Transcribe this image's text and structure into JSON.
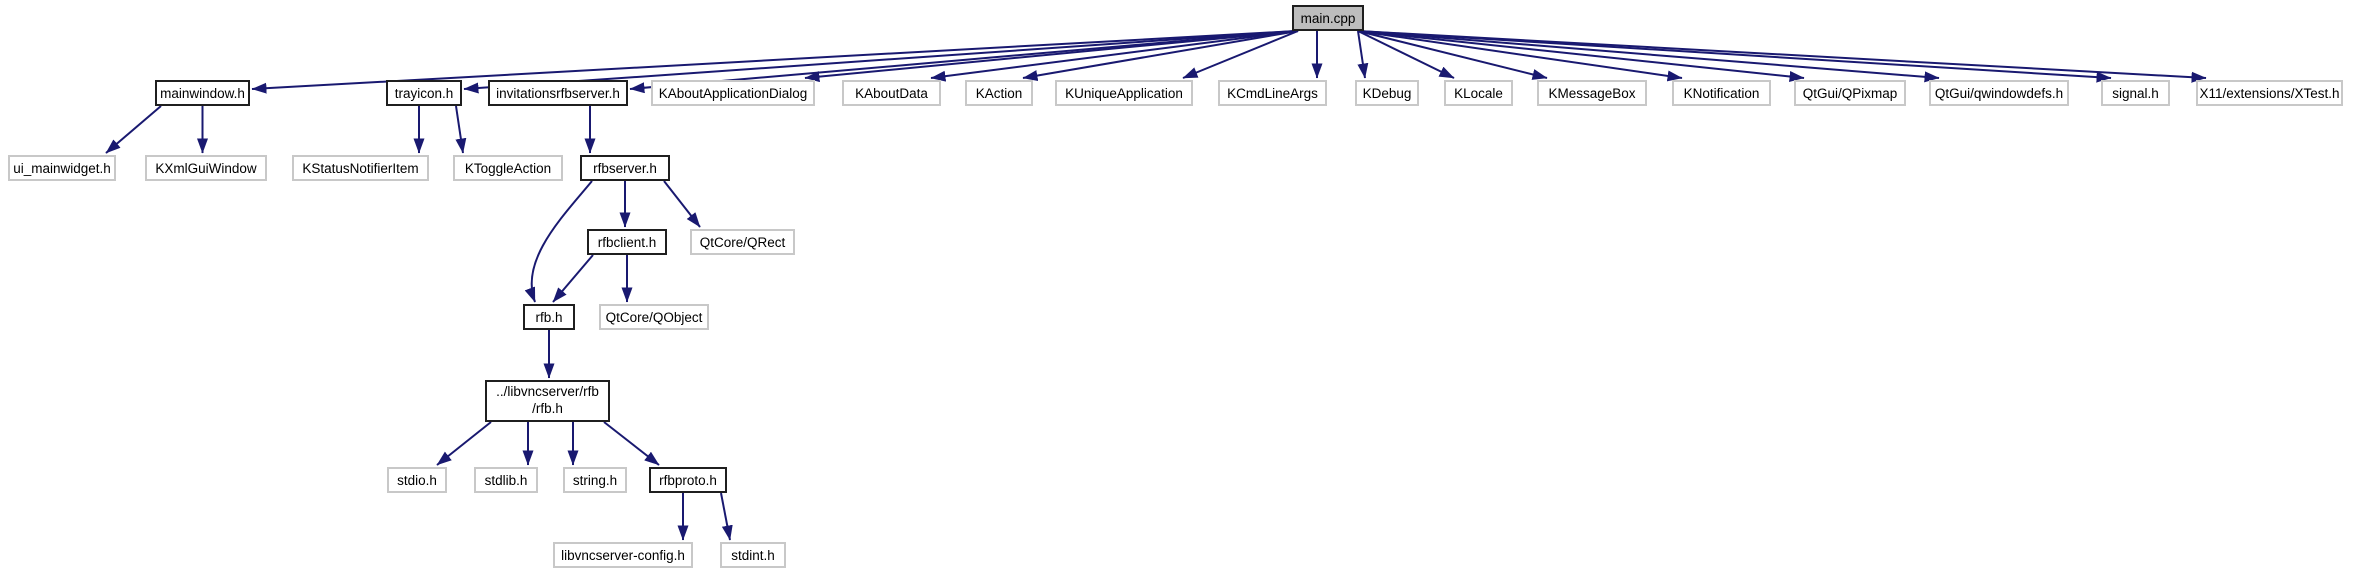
{
  "colors": {
    "edge": "#191970",
    "root_fill": "#bdbdbd",
    "linked_border": "#1f1f1f",
    "external_border": "#c8c8c8",
    "background": "#ffffff",
    "text": "#000000"
  },
  "graph": {
    "kind": "include-dependency-graph",
    "nodes": [
      {
        "id": "main_cpp",
        "label": "main.cpp",
        "kind": "root"
      },
      {
        "id": "mainwindow_h",
        "label": "mainwindow.h",
        "kind": "linked"
      },
      {
        "id": "trayicon_h",
        "label": "trayicon.h",
        "kind": "linked"
      },
      {
        "id": "invitationsrfbserver_h",
        "label": "invitationsrfbserver.h",
        "kind": "linked"
      },
      {
        "id": "kaboutapplicationdialog",
        "label": "KAboutApplicationDialog",
        "kind": "external"
      },
      {
        "id": "kaboutdata",
        "label": "KAboutData",
        "kind": "external"
      },
      {
        "id": "kaction",
        "label": "KAction",
        "kind": "external"
      },
      {
        "id": "kuniqueapplication",
        "label": "KUniqueApplication",
        "kind": "external"
      },
      {
        "id": "kcmdlineargs",
        "label": "KCmdLineArgs",
        "kind": "external"
      },
      {
        "id": "kdebug",
        "label": "KDebug",
        "kind": "external"
      },
      {
        "id": "klocale",
        "label": "KLocale",
        "kind": "external"
      },
      {
        "id": "kmessagebox",
        "label": "KMessageBox",
        "kind": "external"
      },
      {
        "id": "knotification",
        "label": "KNotification",
        "kind": "external"
      },
      {
        "id": "qtgui_qpixmap",
        "label": "QtGui/QPixmap",
        "kind": "external"
      },
      {
        "id": "qtgui_qwindowdefs_h",
        "label": "QtGui/qwindowdefs.h",
        "kind": "external"
      },
      {
        "id": "signal_h",
        "label": "signal.h",
        "kind": "external"
      },
      {
        "id": "x11_extensions_xtest_h",
        "label": "X11/extensions/XTest.h",
        "kind": "external"
      },
      {
        "id": "ui_mainwidget_h",
        "label": "ui_mainwidget.h",
        "kind": "external"
      },
      {
        "id": "kxmlguiwindow",
        "label": "KXmlGuiWindow",
        "kind": "external"
      },
      {
        "id": "kstatusnotifieritem",
        "label": "KStatusNotifierItem",
        "kind": "external"
      },
      {
        "id": "ktoggleaction",
        "label": "KToggleAction",
        "kind": "external"
      },
      {
        "id": "rfbserver_h",
        "label": "rfbserver.h",
        "kind": "linked"
      },
      {
        "id": "rfbclient_h",
        "label": "rfbclient.h",
        "kind": "linked"
      },
      {
        "id": "qtcore_qrect",
        "label": "QtCore/QRect",
        "kind": "external"
      },
      {
        "id": "rfb_h",
        "label": "rfb.h",
        "kind": "linked"
      },
      {
        "id": "qtcore_qobject",
        "label": "QtCore/QObject",
        "kind": "external"
      },
      {
        "id": "libvncserver_rfb_h",
        "label": "../libvncserver/rfb/rfb.h",
        "line1": "../libvncserver/rfb",
        "line2": "/rfb.h",
        "kind": "linked"
      },
      {
        "id": "stdio_h",
        "label": "stdio.h",
        "kind": "external"
      },
      {
        "id": "stdlib_h",
        "label": "stdlib.h",
        "kind": "external"
      },
      {
        "id": "string_h",
        "label": "string.h",
        "kind": "external"
      },
      {
        "id": "rfbproto_h",
        "label": "rfbproto.h",
        "kind": "linked"
      },
      {
        "id": "libvncserver_config_h",
        "label": "libvncserver-config.h",
        "kind": "external"
      },
      {
        "id": "stdint_h",
        "label": "stdint.h",
        "kind": "external"
      }
    ],
    "edges": [
      {
        "from": "main_cpp",
        "to": "mainwindow_h"
      },
      {
        "from": "main_cpp",
        "to": "trayicon_h"
      },
      {
        "from": "main_cpp",
        "to": "invitationsrfbserver_h"
      },
      {
        "from": "main_cpp",
        "to": "kaboutapplicationdialog"
      },
      {
        "from": "main_cpp",
        "to": "kaboutdata"
      },
      {
        "from": "main_cpp",
        "to": "kaction"
      },
      {
        "from": "main_cpp",
        "to": "kuniqueapplication"
      },
      {
        "from": "main_cpp",
        "to": "kcmdlineargs"
      },
      {
        "from": "main_cpp",
        "to": "kdebug"
      },
      {
        "from": "main_cpp",
        "to": "klocale"
      },
      {
        "from": "main_cpp",
        "to": "kmessagebox"
      },
      {
        "from": "main_cpp",
        "to": "knotification"
      },
      {
        "from": "main_cpp",
        "to": "qtgui_qpixmap"
      },
      {
        "from": "main_cpp",
        "to": "qtgui_qwindowdefs_h"
      },
      {
        "from": "main_cpp",
        "to": "signal_h"
      },
      {
        "from": "main_cpp",
        "to": "x11_extensions_xtest_h"
      },
      {
        "from": "mainwindow_h",
        "to": "ui_mainwidget_h"
      },
      {
        "from": "mainwindow_h",
        "to": "kxmlguiwindow"
      },
      {
        "from": "trayicon_h",
        "to": "kstatusnotifieritem"
      },
      {
        "from": "trayicon_h",
        "to": "ktoggleaction"
      },
      {
        "from": "invitationsrfbserver_h",
        "to": "rfbserver_h"
      },
      {
        "from": "rfbserver_h",
        "to": "rfbclient_h"
      },
      {
        "from": "rfbserver_h",
        "to": "qtcore_qrect"
      },
      {
        "from": "rfbserver_h",
        "to": "rfb_h"
      },
      {
        "from": "rfbclient_h",
        "to": "rfb_h"
      },
      {
        "from": "rfbclient_h",
        "to": "qtcore_qobject"
      },
      {
        "from": "rfb_h",
        "to": "libvncserver_rfb_h"
      },
      {
        "from": "libvncserver_rfb_h",
        "to": "stdio_h"
      },
      {
        "from": "libvncserver_rfb_h",
        "to": "stdlib_h"
      },
      {
        "from": "libvncserver_rfb_h",
        "to": "string_h"
      },
      {
        "from": "libvncserver_rfb_h",
        "to": "rfbproto_h"
      },
      {
        "from": "libvncserver_rfb_h",
        "to": "rfbproto_h"
      },
      {
        "from": "rfbproto_h",
        "to": "libvncserver_config_h"
      },
      {
        "from": "rfbproto_h",
        "to": "stdint_h"
      }
    ]
  }
}
